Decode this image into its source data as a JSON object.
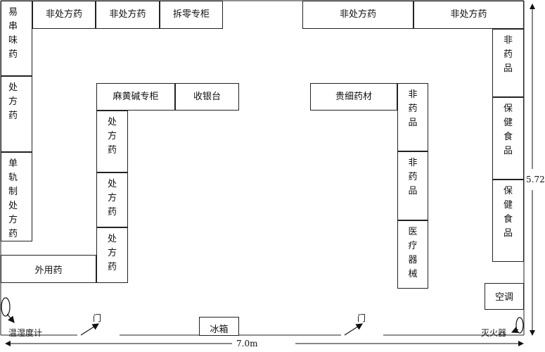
{
  "store_plan": {
    "top_left_row": [
      "非处方药",
      "非处方药",
      "拆零专柜"
    ],
    "top_right_row": [
      "非处方药",
      "非处方药"
    ],
    "left_column": [
      "易\n串\n味\n药",
      "处\n方\n药",
      "单\n轨\n制\n处\n方\n药"
    ],
    "external_medicine": "外用药",
    "center_left_top": [
      "麻黄碱专柜",
      "收银台"
    ],
    "center_left_column": [
      "处\n方\n药",
      "处\n方\n药",
      "处\n方\n药"
    ],
    "center_right_top": "贵细药材",
    "center_right_column": [
      "非\n药\n品",
      "非\n药\n品",
      "医\n疗\n器\n械"
    ],
    "right_column": [
      "非\n药\n品",
      "保\n健\n食\n品",
      "保\n健\n食\n品"
    ],
    "air_conditioner": "空调",
    "refrigerator": "冰箱",
    "door_left": "门",
    "door_right": "门",
    "thermo_hygrometer": "温湿度计",
    "fire_extinguisher": "灭火器",
    "width_dimension": "7.0m",
    "height_dimension": "5.72"
  }
}
